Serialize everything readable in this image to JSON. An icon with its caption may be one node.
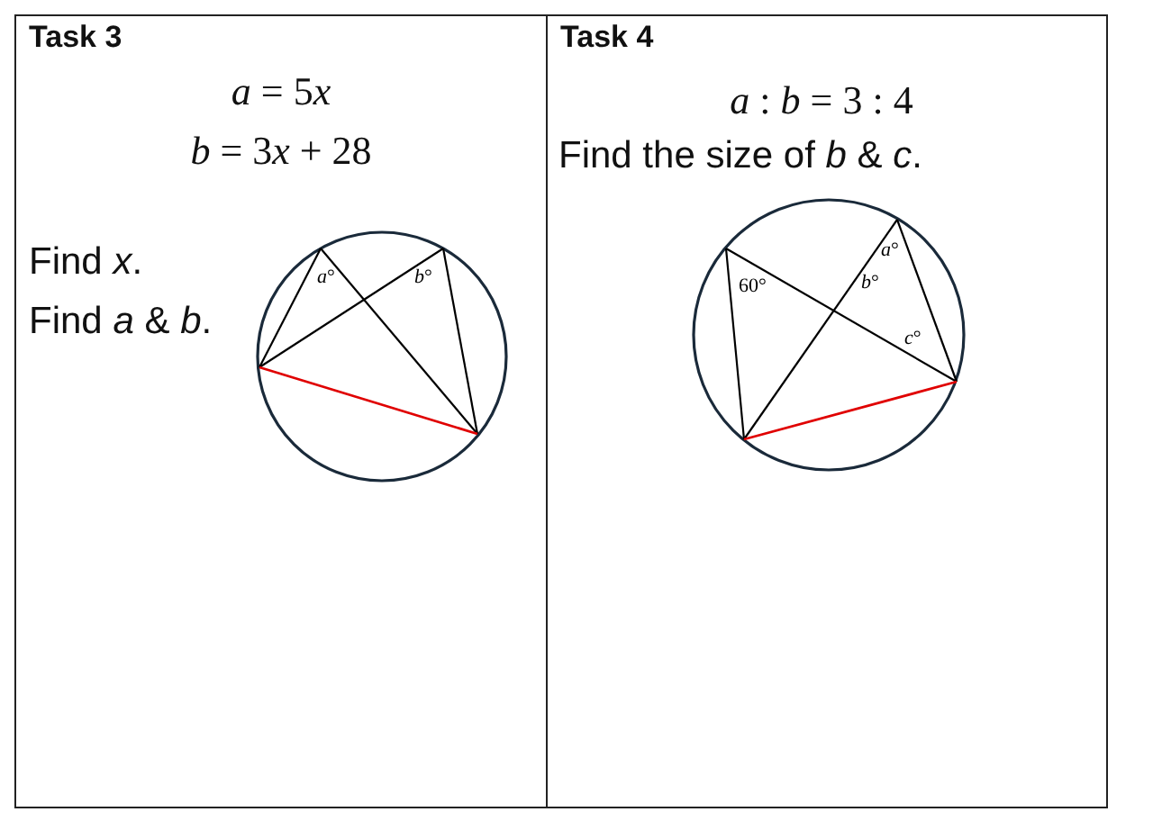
{
  "diagram": {
    "nodes": [
      {
        "text": [
          "Task 3",
          "a = 5x",
          "b = 3x + 28",
          "Find *x*.",
          "Find *a* & *b*."
        ]
      },
      {
        "text": [
          "Task 4",
          "a : b = 3 : 4",
          "Find the size of *b* & *c*."
        ]
      }
    ],
    "labels": [
      "*a*°",
      "*b*°",
      "60°",
      "*a*°",
      "*b*°",
      "*c*°"
    ]
  }
}
